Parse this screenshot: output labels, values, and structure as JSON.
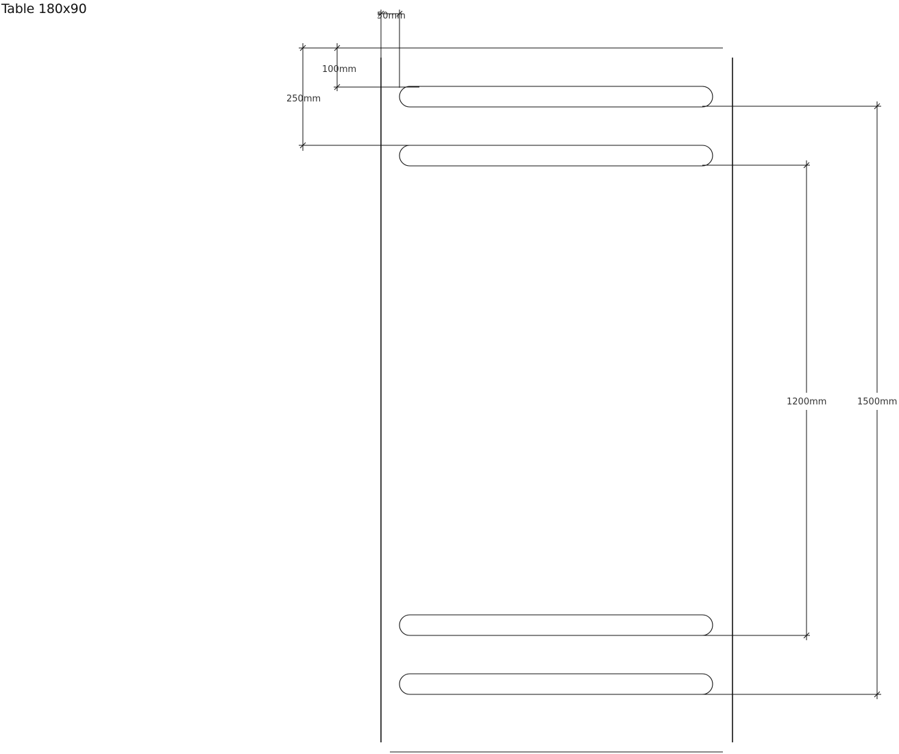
{
  "title": "Table 180x90",
  "dimensions": {
    "slot_inset": "50mm",
    "slot_top_offset": "100mm",
    "slot_pair_spacing": "250mm",
    "inner_slot_span": "1200mm",
    "outer_slot_span": "1500mm"
  },
  "colors": {
    "line": "#111111",
    "text": "#333333",
    "background": "#ffffff"
  }
}
